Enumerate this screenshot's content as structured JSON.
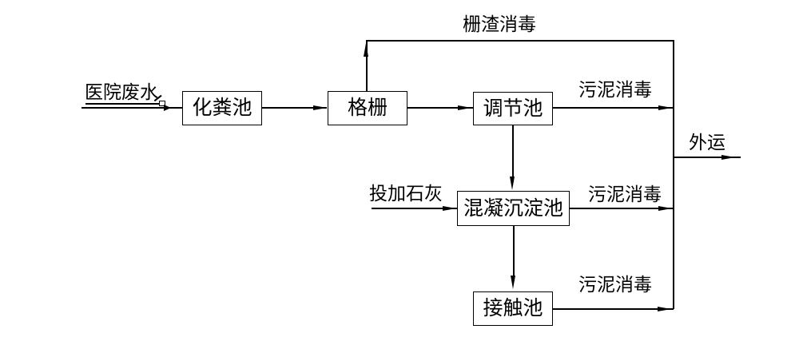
{
  "diagram": {
    "type": "process-flow-diagram",
    "colors": {
      "line": "#000000",
      "text": "#000000",
      "background": "#ffffff"
    },
    "nodes": {
      "septic_tank": {
        "label": "化粪池"
      },
      "bar_screen": {
        "label": "格栅"
      },
      "regulating_tank": {
        "label": "调节池"
      },
      "coagulation_sedimentation_tank": {
        "label": "混凝沉淀池"
      },
      "contact_tank": {
        "label": "接触池"
      }
    },
    "edge_labels": {
      "influent": "医院废水",
      "screenings_disinfection": "栅渣消毒",
      "sludge_disinfection_regulating": "污泥消毒",
      "sludge_disinfection_coagulation": "污泥消毒",
      "sludge_disinfection_contact": "污泥消毒",
      "lime_dosing": "投加石灰",
      "transport_out": "外运"
    }
  }
}
